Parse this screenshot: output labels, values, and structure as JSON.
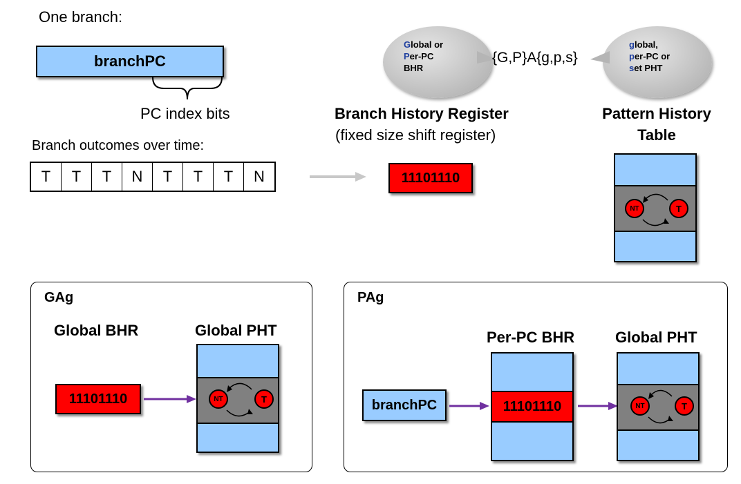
{
  "top_left": {
    "heading": "One branch:",
    "branch_pc_label": "branchPC",
    "pc_index_label": "PC index bits",
    "outcomes_label": "Branch outcomes over time:",
    "outcomes": [
      "T",
      "T",
      "T",
      "N",
      "T",
      "T",
      "T",
      "N"
    ]
  },
  "naming": {
    "left_bubble": {
      "line1_first": "G",
      "line1_rest": "lobal or",
      "line2_first": "P",
      "line2_rest": "er-PC",
      "line3": "BHR"
    },
    "formula": "{G,P}A{g,p,s}",
    "right_bubble": {
      "line1_first": "g",
      "line1_rest": "lobal,",
      "line2_first": "p",
      "line2_rest": "er-PC or",
      "line3_first": "s",
      "line3_rest": "et PHT"
    }
  },
  "bhr": {
    "title": "Branch History Register",
    "subtitle": "(fixed size shift register)",
    "value": "11101110"
  },
  "pht": {
    "title_line1": "Pattern History",
    "title_line2": "Table",
    "state_nt": "NT",
    "state_t": "T"
  },
  "gag": {
    "title": "GAg",
    "bhr_label": "Global BHR",
    "pht_label": "Global PHT",
    "bhr_value": "11101110",
    "state_nt": "NT",
    "state_t": "T"
  },
  "pag": {
    "title": "PAg",
    "input_label": "branchPC",
    "bhr_label": "Per-PC BHR",
    "pht_label": "Global PHT",
    "bhr_value": "11101110",
    "state_nt": "NT",
    "state_t": "T"
  },
  "colors": {
    "table_blue": "#99ccff",
    "register_red": "#ff0000",
    "band_grey": "#808080",
    "arrow_purple": "#7030a0",
    "arrow_grey": "#c8c8c8"
  }
}
